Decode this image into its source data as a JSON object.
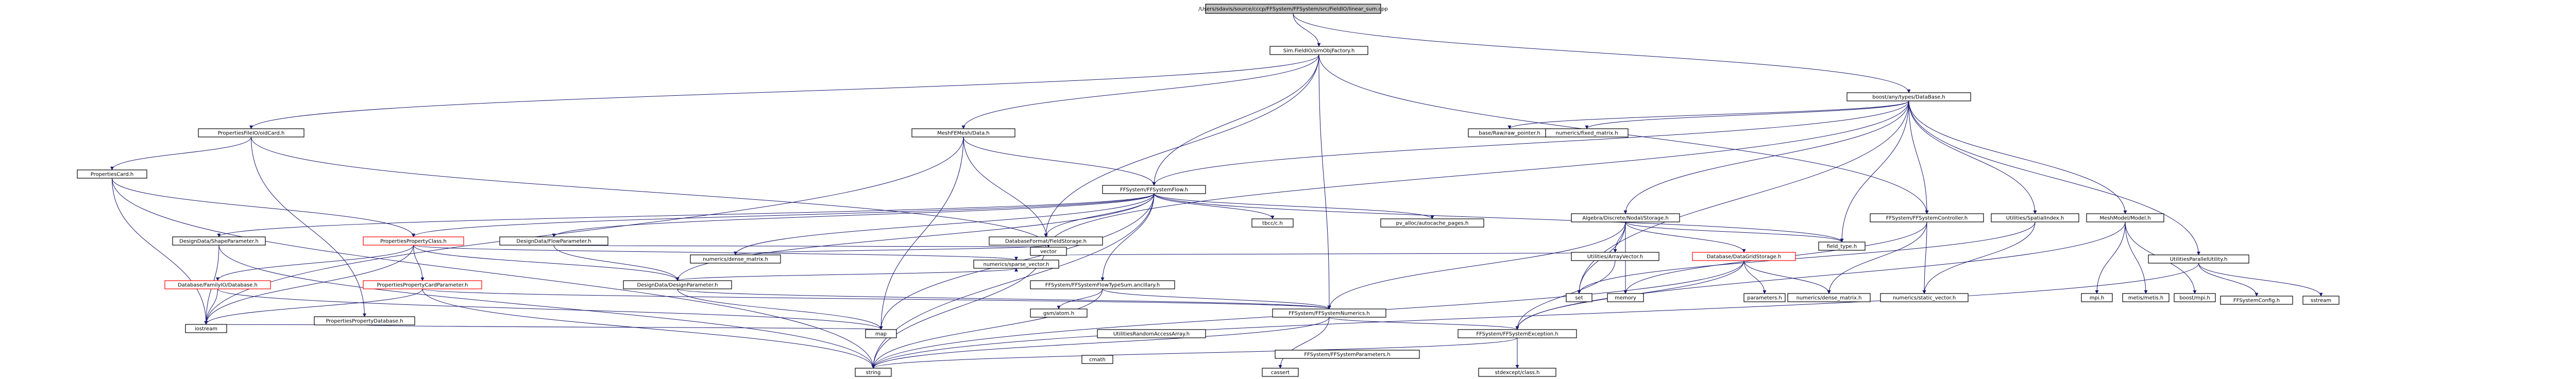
{
  "edge_color": "#191970",
  "root_fill": "#bfbfbf",
  "nodes": [
    {
      "id": "root",
      "label": "/Users/sdavis/source/cccp/FFSystem/FFSystem/src/FieldIO/linear_sum.cpp",
      "kind": "root"
    },
    {
      "id": "simFieldIO",
      "label": "Sim.FieldIO/simObjFactory.h",
      "kind": "box"
    },
    {
      "id": "propFieldCard",
      "label": "PropertiesFileIO/oidCard.h",
      "kind": "box"
    },
    {
      "id": "propCard",
      "label": "PropertiesCard.h",
      "kind": "box"
    },
    {
      "id": "meshData",
      "label": "MeshFEMesh/Data.h",
      "kind": "box"
    },
    {
      "id": "boostAny",
      "label": "boost/any/types/DataBase.h",
      "kind": "box"
    },
    {
      "id": "ffSystem",
      "label": "FFSystem/FFSystemFlow.h",
      "kind": "box"
    },
    {
      "id": "shapeParam",
      "label": "DesignData/ShapeParameter.h",
      "kind": "box"
    },
    {
      "id": "propPropClass",
      "label": "PropertiesPropertyClass.h",
      "kind": "red"
    },
    {
      "id": "designFlow",
      "label": "DesignData/FlowParameter.h",
      "kind": "box"
    },
    {
      "id": "dbFamily",
      "label": "Database/FamilyIO/Database.h",
      "kind": "red"
    },
    {
      "id": "propCardParam",
      "label": "PropertiesPropertyCardParameter.h",
      "kind": "red"
    },
    {
      "id": "designParam",
      "label": "DesignData/DesignParameter.h",
      "kind": "box"
    },
    {
      "id": "propDatabase",
      "label": "PropertiesPropertyDatabase.h",
      "kind": "box"
    },
    {
      "id": "dbFormatStorage",
      "label": "DatabaseFormat/FieldStorage.h",
      "kind": "box"
    },
    {
      "id": "numOpt",
      "label": "numerics/dense_matrix.h",
      "kind": "box"
    },
    {
      "id": "ffStateMatrix",
      "label": "FFSystem/FFSystemFlowTypeSum.ancillary.h",
      "kind": "box"
    },
    {
      "id": "gsm",
      "label": "gsm/atom.h",
      "kind": "box"
    },
    {
      "id": "numVec",
      "label": "numerics/sparse_vector.h",
      "kind": "box"
    },
    {
      "id": "pvAlloc",
      "label": "pv_alloc/autocache_pages.h",
      "kind": "box"
    },
    {
      "id": "tbcc",
      "label": "tbcc/c.h",
      "kind": "box"
    },
    {
      "id": "algoGrid",
      "label": "Algebra/Discrete/Nodal/Storage.h",
      "kind": "box"
    },
    {
      "id": "utilVector",
      "label": "Utilities/ArrayVector.h",
      "kind": "box"
    },
    {
      "id": "dbMatrix",
      "label": "Database/DataGridStorage.h",
      "kind": "red"
    },
    {
      "id": "ffSysController",
      "label": "FFSystem/FFSystemController.h",
      "kind": "box"
    },
    {
      "id": "utilSpatial",
      "label": "Utilities/SpatialIndex.h",
      "kind": "box"
    },
    {
      "id": "meshModel",
      "label": "MeshModel/Model.h",
      "kind": "box"
    },
    {
      "id": "utilParallel",
      "label": "UtilitiesParallelUtility.h",
      "kind": "box"
    },
    {
      "id": "ffSysParams",
      "label": "FFSystem/FFSystemParameters.h",
      "kind": "box"
    },
    {
      "id": "ffSysNum",
      "label": "FFSystem/FFSystemNumerics.h",
      "kind": "box"
    },
    {
      "id": "utilRandom",
      "label": "UtilitiesRandomAccessArray.h",
      "kind": "box"
    },
    {
      "id": "ffSysException",
      "label": "FFSystem/FFSystemException.h",
      "kind": "box"
    },
    {
      "id": "baseRaw",
      "label": "base/Raw/raw_pointer.h",
      "kind": "box"
    },
    {
      "id": "numFixed",
      "label": "numerics/fixed_matrix.h",
      "kind": "box"
    },
    {
      "id": "stdexcept",
      "label": "stdexcept/class.h",
      "kind": "box"
    },
    {
      "id": "fieldType",
      "label": "field_type.h",
      "kind": "box"
    },
    {
      "id": "ffSysConfig",
      "label": "FFSystemConfig.h",
      "kind": "box"
    },
    {
      "id": "mathDense",
      "label": "numerics/dense_matrix.h",
      "kind": "box"
    },
    {
      "id": "numStaticVec",
      "label": "numerics/static_vector.h",
      "kind": "box"
    },
    {
      "id": "parameters",
      "label": "parameters.h",
      "kind": "box"
    },
    {
      "id": "mpi",
      "label": "mpi.h",
      "kind": "box"
    },
    {
      "id": "metis",
      "label": "metis/metis.h",
      "kind": "box"
    },
    {
      "id": "boostMpi",
      "label": "boost/mpi.h",
      "kind": "box"
    },
    {
      "id": "stdlibString",
      "label": "string",
      "kind": "box"
    },
    {
      "id": "vector",
      "label": "vector",
      "kind": "box"
    },
    {
      "id": "set",
      "label": "set",
      "kind": "box"
    },
    {
      "id": "map",
      "label": "map",
      "kind": "box"
    },
    {
      "id": "memory",
      "label": "memory",
      "kind": "box"
    },
    {
      "id": "iostream",
      "label": "iostream",
      "kind": "box"
    },
    {
      "id": "cassert",
      "label": "cassert",
      "kind": "box"
    },
    {
      "id": "cmath",
      "label": "cmath",
      "kind": "box"
    },
    {
      "id": "sstream",
      "label": "sstream",
      "kind": "box"
    }
  ]
}
